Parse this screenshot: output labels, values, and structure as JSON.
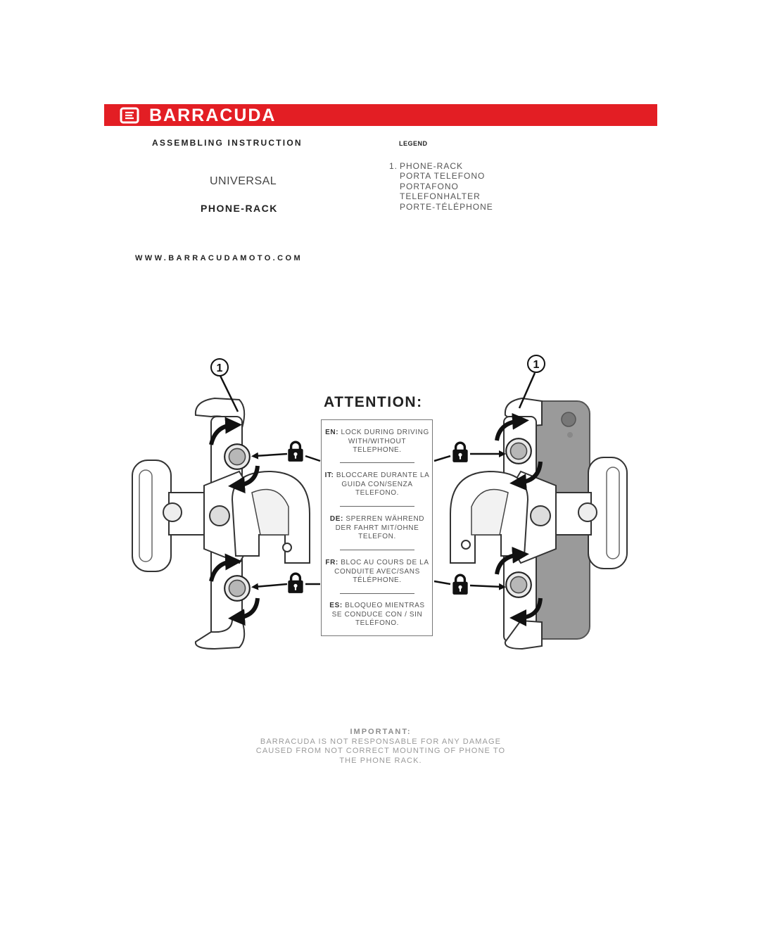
{
  "brand": {
    "name": "BARRACUDA",
    "color": "#e31e24"
  },
  "header": {
    "assembling": "ASSEMBLING INSTRUCTION",
    "product_line1": "UNIVERSAL",
    "product_line2": "PHONE-RACK",
    "website": "WWW.BARRACUDAMOTO.COM"
  },
  "legend": {
    "title": "LEGEND",
    "items": [
      {
        "number": "1.",
        "names": [
          "PHONE-RACK",
          "PORTA TELEFONO",
          "PORTAFONO",
          "TELEFONHALTER",
          "PORTE-TÉLÉPHONE"
        ]
      }
    ]
  },
  "diagram": {
    "callout_left": "1",
    "callout_right": "1",
    "lock_icon": "padlock-icon",
    "rotate_icon": "curved-arrow-icon"
  },
  "attention": {
    "title": "ATTENTION:",
    "warnings": [
      {
        "lang": "EN:",
        "text": "LOCK DURING DRIVING WITH/WITHOUT TELEPHONE."
      },
      {
        "lang": "IT:",
        "text": "BLOCCARE DURANTE LA GUIDA CON/SENZA TELEFONO."
      },
      {
        "lang": "DE:",
        "text": "SPERREN WÄHREND DER FAHRT MIT/OHNE TELEFON."
      },
      {
        "lang": "FR:",
        "text": "BLOC AU COURS DE LA CONDUITE AVEC/SANS TÉLÉPHONE."
      },
      {
        "lang": "ES:",
        "text": "BLOQUEO MIENTRAS SE CONDUCE CON / SIN TELÉFONO."
      }
    ]
  },
  "important": {
    "title": "IMPORTANT:",
    "text": "BARRACUDA IS NOT RESPONSABLE FOR ANY DAMAGE CAUSED FROM NOT CORRECT MOUNTING OF PHONE TO THE PHONE RACK."
  }
}
